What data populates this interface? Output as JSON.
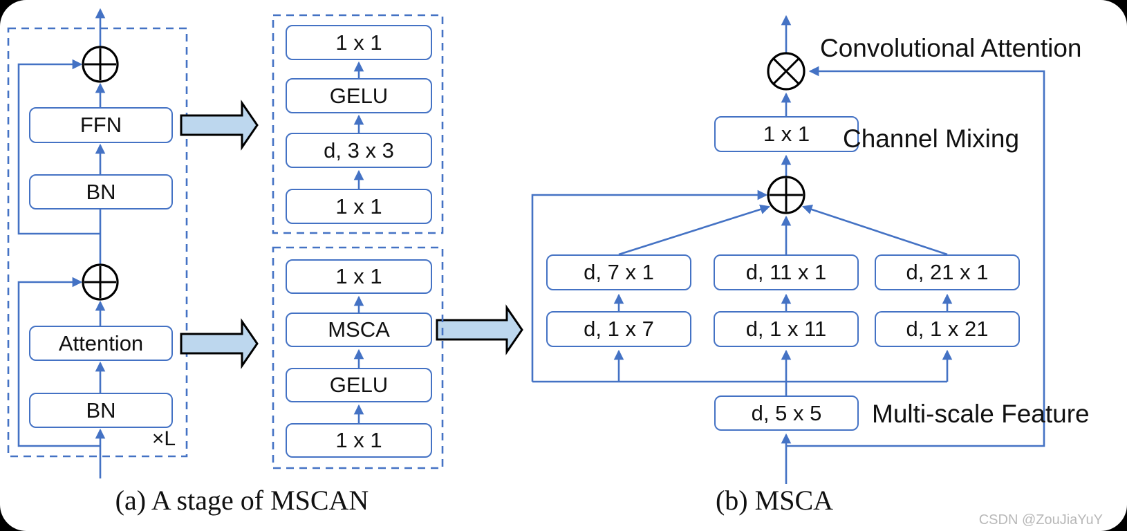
{
  "colors": {
    "line": "#4472C4",
    "arrow_fill": "#BDD7EE",
    "ink": "#111111",
    "watermark": "#b8b8b8"
  },
  "panel_a": {
    "caption": "(a) A stage of MSCAN",
    "repeat_label": "×L",
    "blocks": {
      "ffn": "FFN",
      "bn_top": "BN",
      "attention": "Attention",
      "bn_bottom": "BN"
    }
  },
  "ffn_detail": {
    "blocks": [
      "1 x 1",
      "GELU",
      "d, 3 x 3",
      "1 x 1"
    ]
  },
  "attn_detail": {
    "blocks": [
      "1 x 1",
      "MSCA",
      "GELU",
      "1 x 1"
    ]
  },
  "panel_b": {
    "caption": "(b) MSCA",
    "conv_1x1": "1 x 1",
    "dw_conv": "d, 5 x 5",
    "labels": {
      "conv_attention": "Convolutional Attention",
      "channel_mixing": "Channel Mixing",
      "multi_scale": "Multi-scale Feature"
    },
    "branches": [
      {
        "row1": "d, 7 x 1",
        "row2": "d, 1 x 7"
      },
      {
        "row1": "d, 11 x 1",
        "row2": "d, 1 x 11"
      },
      {
        "row1": "d, 21 x 1",
        "row2": "d, 1 x 21"
      }
    ]
  },
  "watermark": "CSDN @ZouJiaYuY"
}
